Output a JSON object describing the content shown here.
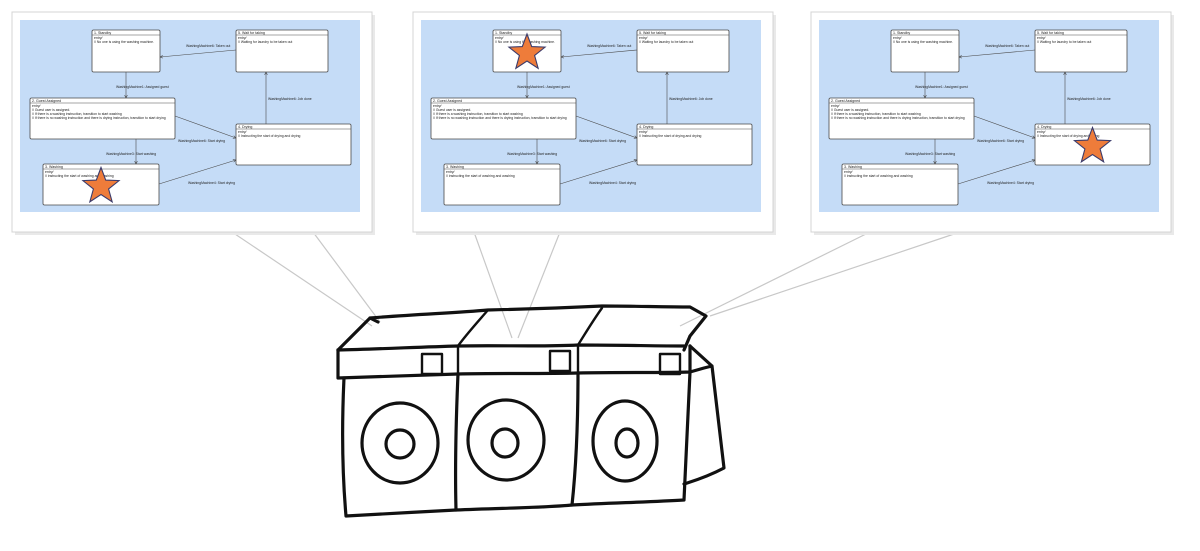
{
  "diagram": {
    "nodes": [
      {
        "id": "standby",
        "title": "1. Standby",
        "lines": [
          "entry/",
          "// No one is using the washing machine."
        ]
      },
      {
        "id": "guest",
        "title": "2. Guest Assigned",
        "lines": [
          "entry/",
          "// Guest user is assigned.",
          "// If there is a washing instruction, transition to start washing",
          "// If there is no washing instruction and there is drying instruction, transition to start drying"
        ]
      },
      {
        "id": "washing",
        "title": "3. Washing",
        "lines": [
          "entry/",
          "// instructing the start of washing and washing"
        ]
      },
      {
        "id": "drying",
        "title": "4. Drying",
        "lines": [
          "entry/",
          "// Instructing the start of drying and drying"
        ]
      },
      {
        "id": "wait",
        "title": "5. Wait for taking",
        "lines": [
          "entry/",
          "// Waiting for laundry to be taken out"
        ]
      }
    ],
    "edges": [
      {
        "id": "taken-out",
        "label": "WashingMachine6: Taken out"
      },
      {
        "id": "assigned-guest",
        "label": "WashingMachine1: Assigned guest"
      },
      {
        "id": "job-done",
        "label": "WashingMachine6: Job done"
      },
      {
        "id": "guest-start-drying",
        "label": "WashingMachine6: Start drying"
      },
      {
        "id": "start-washing",
        "label": "WashingMachine3: Start washing"
      },
      {
        "id": "wash-start-drying",
        "label": "WashingMachine4: Start drying"
      }
    ]
  },
  "panels": [
    {
      "highlighted_state": "washing"
    },
    {
      "highlighted_state": "standby"
    },
    {
      "highlighted_state": "drying"
    }
  ],
  "colors": {
    "board": "#c5dcf7",
    "star_fill": "#ee7c3a",
    "star_stroke": "#3b3b6b",
    "sketch": "#111111"
  }
}
